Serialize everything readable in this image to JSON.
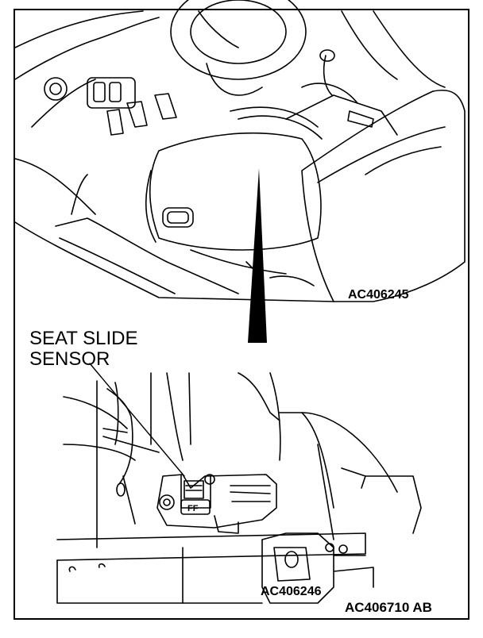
{
  "diagram": {
    "callout_line1": "SEAT SLIDE",
    "callout_line2": "SENSOR",
    "top_view_code": "AC406245",
    "detail_view_code": "AC406246",
    "figure_code": "AC406710 AB",
    "connector_mark": "FF"
  }
}
